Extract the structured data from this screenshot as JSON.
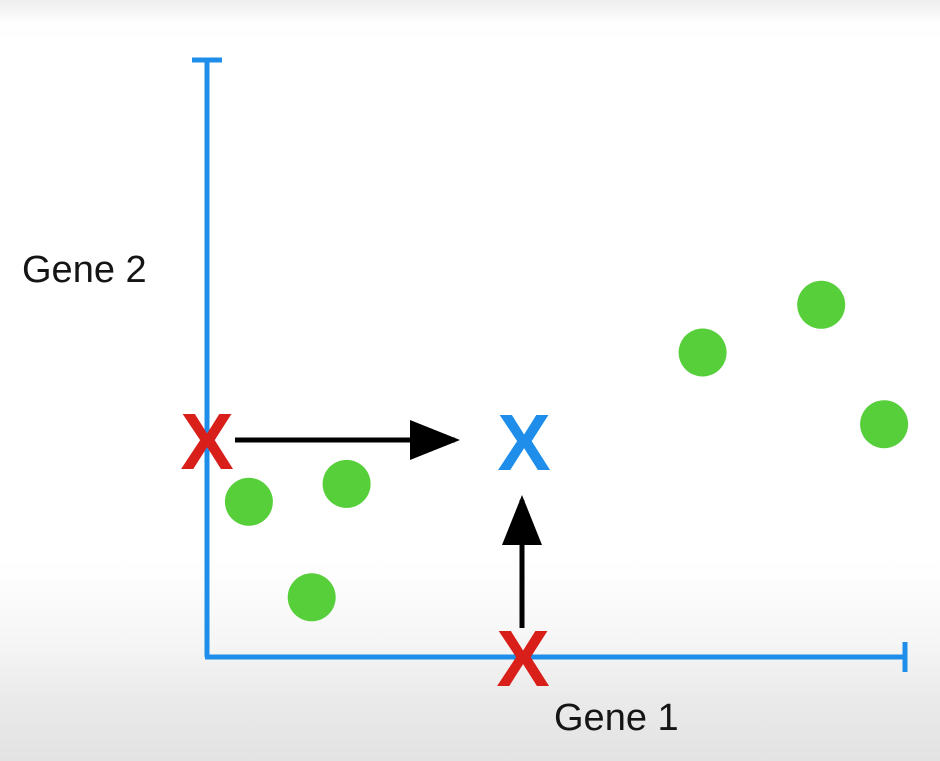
{
  "labels": {
    "x_axis": "Gene 1",
    "y_axis": "Gene 2"
  },
  "markers": {
    "projection_symbol": "X",
    "center_symbol": "X"
  },
  "colors": {
    "axis": "#1e8eea",
    "point": "#57cf3b",
    "projection_marker": "#d91f1a",
    "center_marker": "#1e8eea",
    "arrow": "#000000",
    "text": "#151515"
  },
  "points": [
    {
      "gene1": 0.06,
      "gene2": 0.26
    },
    {
      "gene1": 0.2,
      "gene2": 0.29
    },
    {
      "gene1": 0.15,
      "gene2": 0.1
    },
    {
      "gene1": 0.71,
      "gene2": 0.51
    },
    {
      "gene1": 0.88,
      "gene2": 0.59
    },
    {
      "gene1": 0.97,
      "gene2": 0.39
    }
  ],
  "center": {
    "gene1": 0.45,
    "gene2": 0.34
  },
  "arrows": [
    {
      "from": "gene2-axis-projection",
      "to": "center"
    },
    {
      "from": "gene1-axis-projection",
      "to": "center"
    }
  ]
}
